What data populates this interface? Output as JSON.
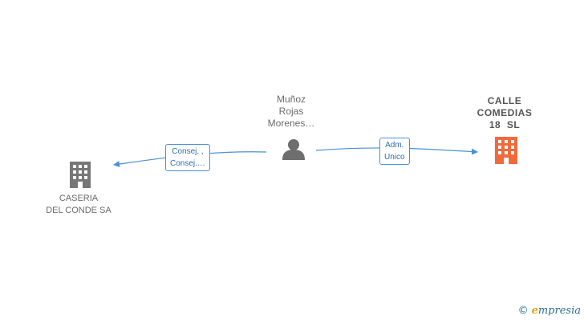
{
  "colors": {
    "edge": "#4a90d9",
    "company_icon": "#777777",
    "focus_icon": "#f06a3c",
    "person_icon": "#6e6e6e"
  },
  "nodes": {
    "person": {
      "icon": "person-icon",
      "label_lines": [
        "Muñoz",
        "Rojas",
        "Morenes…"
      ]
    },
    "focus_company": {
      "icon": "building-icon",
      "label_lines": [
        "CALLE",
        "COMEDIAS",
        "18  SL"
      ]
    },
    "other_company": {
      "icon": "building-icon",
      "label_lines": [
        "CASERIA",
        "DEL CONDE SA"
      ]
    }
  },
  "edges": {
    "to_other": {
      "label_lines": [
        "Consej. ,",
        "Consej.…"
      ]
    },
    "to_focus": {
      "label_lines": [
        "Adm.",
        "Unico"
      ]
    }
  },
  "brand": {
    "copyright": "©",
    "initial": "e",
    "name": "mpresia"
  }
}
